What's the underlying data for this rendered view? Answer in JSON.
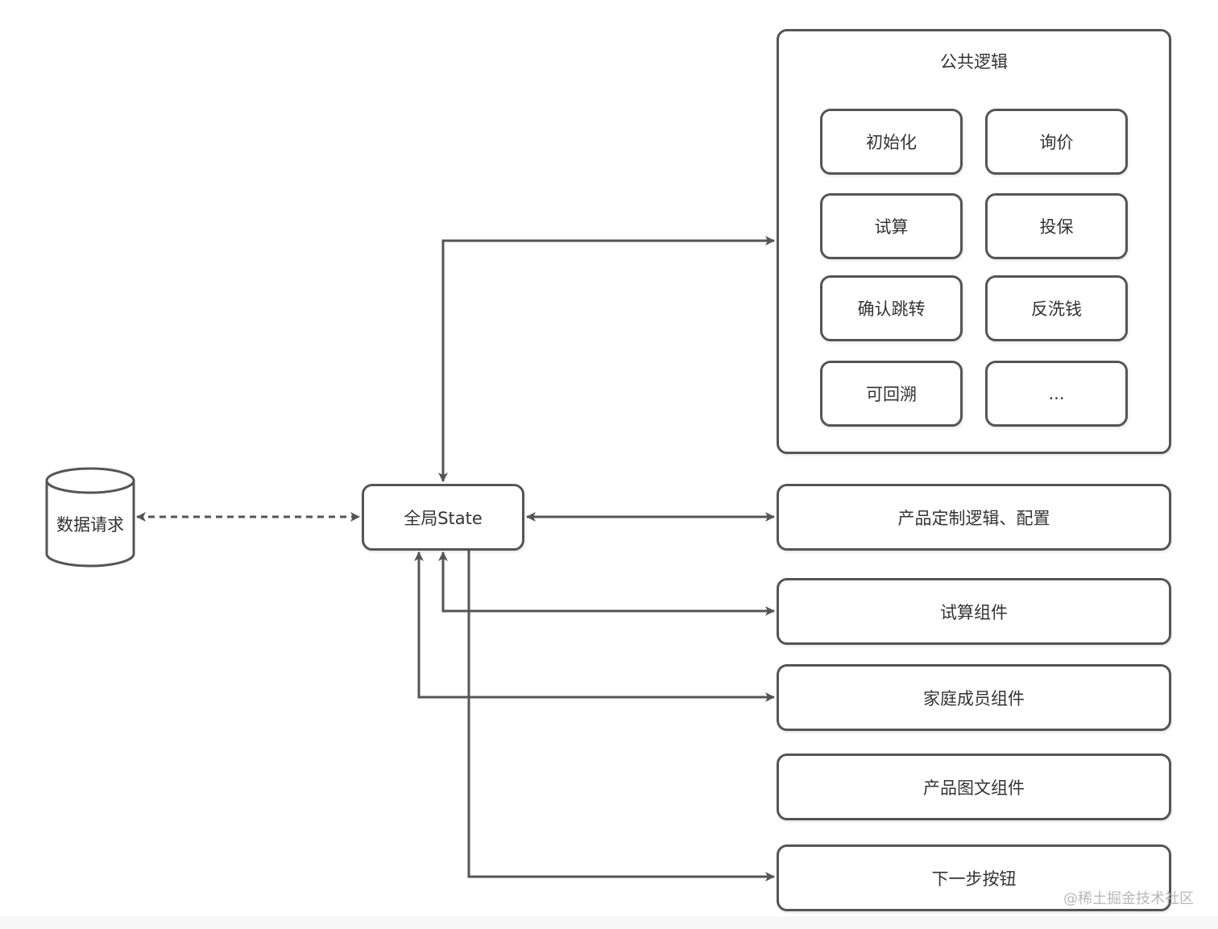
{
  "diagram": {
    "datasource": "数据请求",
    "global_state": "全局State",
    "public_logic": {
      "title": "公共逻辑",
      "items": [
        "初始化",
        "询价",
        "试算",
        "投保",
        "确认跳转",
        "反洗钱",
        "可回溯",
        "..."
      ]
    },
    "modules": [
      "产品定制逻辑、配置",
      "试算组件",
      "家庭成员组件",
      "产品图文组件",
      "下一步按钮"
    ]
  },
  "watermark": "@稀土掘金技术社区"
}
